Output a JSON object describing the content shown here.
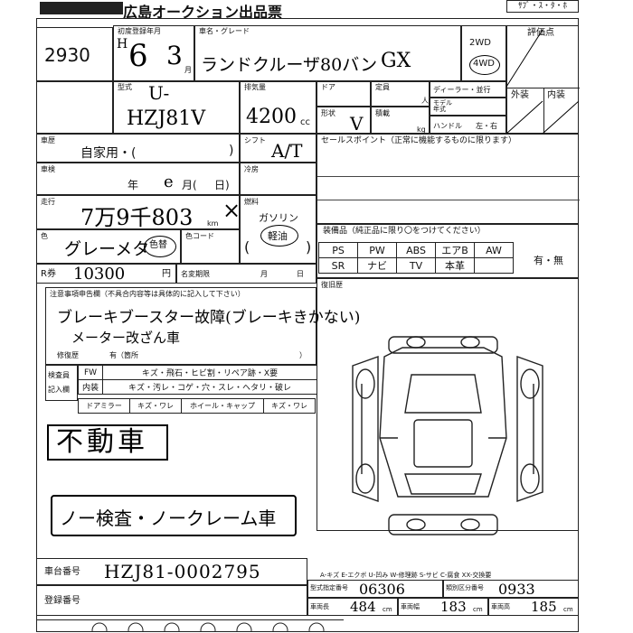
{
  "header": {
    "title": "広島オークション出品票",
    "corner_tags": "ｻﾌﾞ・ｽ・ﾀ・ﾎ"
  },
  "lot_number": "2930",
  "first_registration": {
    "label": "初度登録年月",
    "era": "H",
    "year": "6",
    "month": "3",
    "month_unit": "月"
  },
  "vehicle_name": {
    "label": "車名・グレード",
    "name": "ランドクルーザ80バン",
    "grade": "GX"
  },
  "drive": {
    "label": "2WD",
    "value": "4WD"
  },
  "evaluation": {
    "label": "評価点",
    "exterior_label": "外装",
    "interior_label": "内装"
  },
  "model": {
    "label": "型式",
    "prefix": "U-",
    "code": "HZJ81V"
  },
  "displacement": {
    "label": "排気量",
    "value": "4200",
    "unit": "cc"
  },
  "doors": {
    "label": "ドア"
  },
  "capacity": {
    "label": "定員",
    "unit": "人"
  },
  "dealer": {
    "label": "ディーラー・並行"
  },
  "model_year": {
    "label": "モデル年式"
  },
  "steering": {
    "label": "ハンドル",
    "options": "左・右"
  },
  "body_type": {
    "label": "形状",
    "value": "V"
  },
  "load": {
    "label": "積載",
    "unit": "kg"
  },
  "usage": {
    "label": "車歴",
    "value": "自家用・(",
    "close": ")"
  },
  "shift": {
    "label": "シフト",
    "value": "A/T"
  },
  "sales_point": {
    "label": "セールスポイント（正常に機能するものに限ります）"
  },
  "inspection": {
    "label": "車検",
    "year": "年",
    "month_value": "e",
    "month": "月(",
    "day": "日)"
  },
  "ac": {
    "label": "冷房"
  },
  "mileage": {
    "label": "走行",
    "value": "7万9千803",
    "unit": "km",
    "mark": "×"
  },
  "fuel": {
    "label": "燃料",
    "value": "ガソリン",
    "hybrid": "軽油"
  },
  "color": {
    "label": "色",
    "value": "グレーメタ",
    "change_label": "色替",
    "code_label": "色コード",
    "paren_open": "(",
    "paren_close": ")"
  },
  "equipment": {
    "label": "装備品（純正品に限り〇をつけてください）",
    "row1": [
      "PS",
      "PW",
      "ABS",
      "エアB",
      "AW"
    ],
    "row2": [
      "SR",
      "ナビ",
      "TV",
      "本革"
    ],
    "nav_label": "有・無"
  },
  "recycle": {
    "label": "R券",
    "value": "10300",
    "unit": "円",
    "expiry_label": "名変期限",
    "month": "月",
    "day": "日"
  },
  "restore": {
    "label": "復旧歴"
  },
  "notes": {
    "label": "注意事項申告欄（不具合内容等は具体的に記入して下さい）",
    "line1": "ブレーキブースター故障(ブレーキきかない)",
    "line2": "メーター改ざん車",
    "repair_label": "修復歴",
    "repair_value": "有（箇所",
    "repair_close": "）"
  },
  "inspector": {
    "label1": "検査員",
    "label2": "記入欄",
    "rows": [
      [
        "FW",
        "キズ・飛石・ヒビ割・リペア跡・X要"
      ],
      [
        "内装",
        "キズ・汚レ・コゲ・穴・スレ・ヘタリ・破レ"
      ]
    ],
    "row3": [
      "ドアミラー",
      "キズ・ワレ",
      "ホイール・キャップ",
      "キズ・ワレ"
    ]
  },
  "stamps": {
    "not_running": "不動車",
    "no_claim": "ノー検査・ノークレーム車"
  },
  "chassis": {
    "label": "車台番号",
    "value": "HZJ81-0002795"
  },
  "registration": {
    "label": "登録番号"
  },
  "codes_legend": "A-キズ E-エクボ U-凹み W-修理跡 S-サビ C-腐食 XX-交換要",
  "certs": {
    "label1": "型式指定番号",
    "value1": "06306",
    "label2": "類別区分番号",
    "value2": "0933",
    "len_label": "車両長",
    "len_value": "484",
    "wid_label": "車両幅",
    "wid_value": "183",
    "hgt_label": "車両高",
    "hgt_value": "185",
    "unit": "cm"
  }
}
